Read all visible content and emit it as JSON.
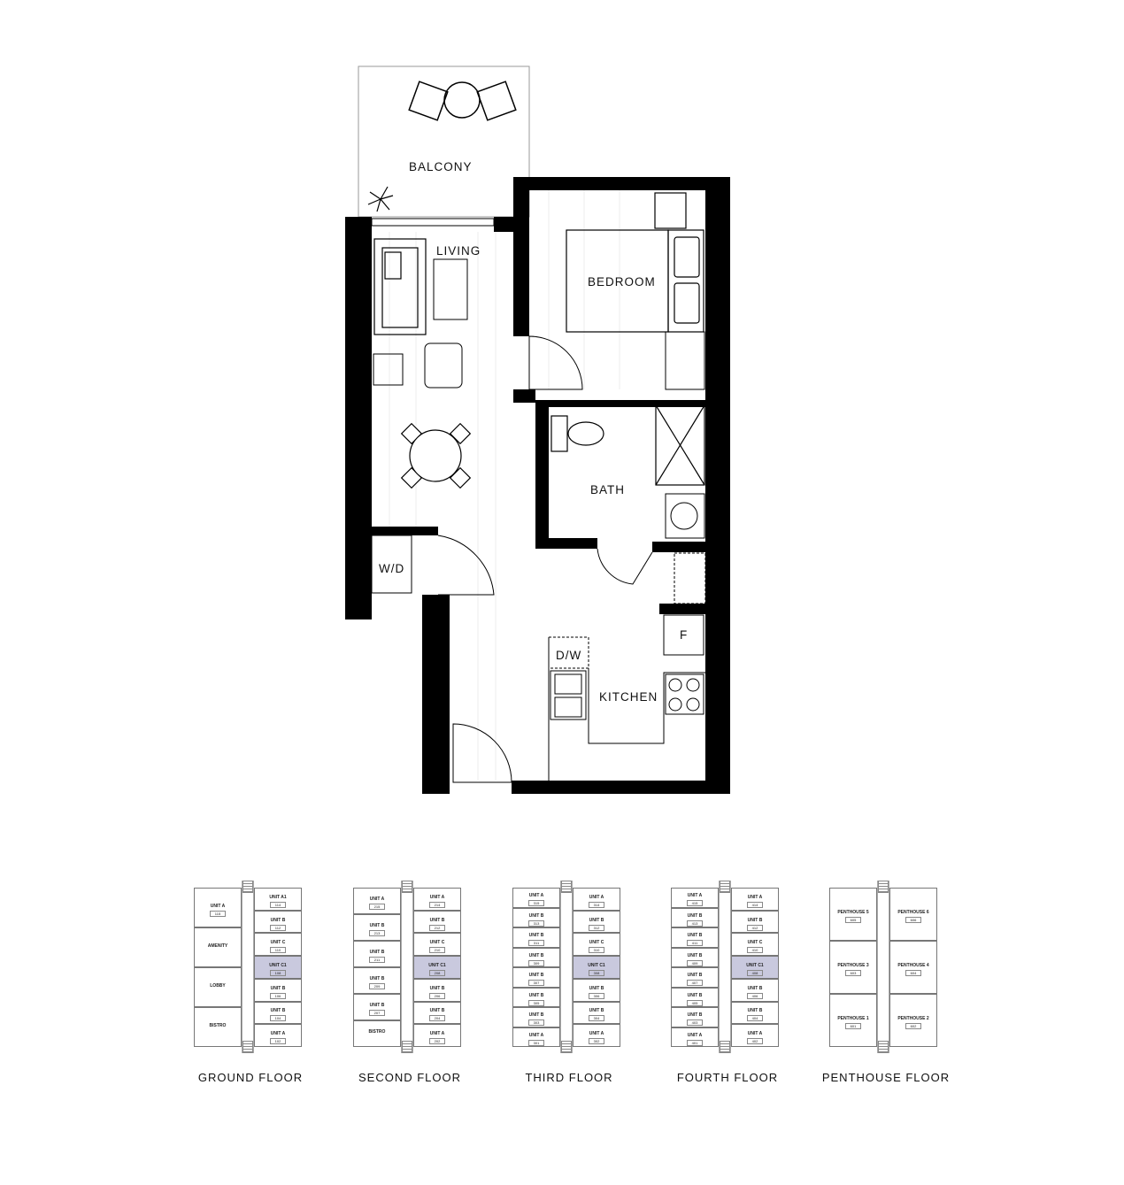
{
  "rooms": {
    "balcony": "BALCONY",
    "living": "LIVING",
    "bedroom": "BEDROOM",
    "bath": "BATH",
    "wd": "W/D",
    "dw": "D/W",
    "kitchen": "KITCHEN",
    "fridge": "F"
  },
  "colors": {
    "wall": "#000000",
    "highlight": "#c9c9de",
    "line": "#777777"
  },
  "keyplates": [
    {
      "label": "GROUND FLOOR",
      "left": [
        {
          "name": "UNIT A",
          "num": "115"
        },
        {
          "name": "AMENITY",
          "num": ""
        },
        {
          "name": "LOBBY",
          "num": ""
        },
        {
          "name": "BISTRO",
          "num": ""
        }
      ],
      "right": [
        {
          "name": "UNIT A1",
          "num": "114"
        },
        {
          "name": "UNIT B",
          "num": "112"
        },
        {
          "name": "UNIT C",
          "num": "110"
        },
        {
          "name": "UNIT C1",
          "num": "108",
          "active": true
        },
        {
          "name": "UNIT B",
          "num": "106"
        },
        {
          "name": "UNIT B",
          "num": "104"
        },
        {
          "name": "UNIT A",
          "num": "102"
        }
      ]
    },
    {
      "label": "SECOND FLOOR",
      "left": [
        {
          "name": "UNIT A",
          "num": "215"
        },
        {
          "name": "UNIT B",
          "num": "213"
        },
        {
          "name": "UNIT B",
          "num": "211"
        },
        {
          "name": "UNIT B",
          "num": "209"
        },
        {
          "name": "UNIT B",
          "num": "207"
        },
        {
          "name": "BISTRO",
          "num": ""
        }
      ],
      "right": [
        {
          "name": "UNIT A",
          "num": "214"
        },
        {
          "name": "UNIT B",
          "num": "212"
        },
        {
          "name": "UNIT C",
          "num": "210"
        },
        {
          "name": "UNIT C1",
          "num": "208",
          "active": true
        },
        {
          "name": "UNIT B",
          "num": "206"
        },
        {
          "name": "UNIT B",
          "num": "204"
        },
        {
          "name": "UNIT A",
          "num": "202"
        }
      ]
    },
    {
      "label": "THIRD FLOOR",
      "left": [
        {
          "name": "UNIT A",
          "num": "315"
        },
        {
          "name": "UNIT B",
          "num": "313"
        },
        {
          "name": "UNIT B",
          "num": "311"
        },
        {
          "name": "UNIT B",
          "num": "309"
        },
        {
          "name": "UNIT B",
          "num": "307"
        },
        {
          "name": "UNIT B",
          "num": "305"
        },
        {
          "name": "UNIT B",
          "num": "303"
        },
        {
          "name": "UNIT A",
          "num": "301"
        }
      ],
      "right": [
        {
          "name": "UNIT A",
          "num": "314"
        },
        {
          "name": "UNIT B",
          "num": "312"
        },
        {
          "name": "UNIT C",
          "num": "310"
        },
        {
          "name": "UNIT C1",
          "num": "308",
          "active": true
        },
        {
          "name": "UNIT B",
          "num": "306"
        },
        {
          "name": "UNIT B",
          "num": "304"
        },
        {
          "name": "UNIT A",
          "num": "302"
        }
      ]
    },
    {
      "label": "FOURTH FLOOR",
      "left": [
        {
          "name": "UNIT A",
          "num": "415"
        },
        {
          "name": "UNIT B",
          "num": "413"
        },
        {
          "name": "UNIT B",
          "num": "411"
        },
        {
          "name": "UNIT B",
          "num": "409"
        },
        {
          "name": "UNIT B",
          "num": "407"
        },
        {
          "name": "UNIT B",
          "num": "405"
        },
        {
          "name": "UNIT B",
          "num": "403"
        },
        {
          "name": "UNIT A",
          "num": "401"
        }
      ],
      "right": [
        {
          "name": "UNIT A",
          "num": "414"
        },
        {
          "name": "UNIT B",
          "num": "412"
        },
        {
          "name": "UNIT C",
          "num": "410"
        },
        {
          "name": "UNIT C1",
          "num": "408",
          "active": true
        },
        {
          "name": "UNIT B",
          "num": "406"
        },
        {
          "name": "UNIT B",
          "num": "404"
        },
        {
          "name": "UNIT A",
          "num": "402"
        }
      ]
    },
    {
      "label": "PENTHOUSE FLOOR",
      "left": [
        {
          "name": "PENTHOUSE 5",
          "num": "605"
        },
        {
          "name": "PENTHOUSE 3",
          "num": "603"
        },
        {
          "name": "PENTHOUSE 1",
          "num": "601"
        }
      ],
      "right": [
        {
          "name": "PENTHOUSE 6",
          "num": "606"
        },
        {
          "name": "PENTHOUSE 4",
          "num": "604"
        },
        {
          "name": "PENTHOUSE 2",
          "num": "602"
        }
      ]
    }
  ]
}
